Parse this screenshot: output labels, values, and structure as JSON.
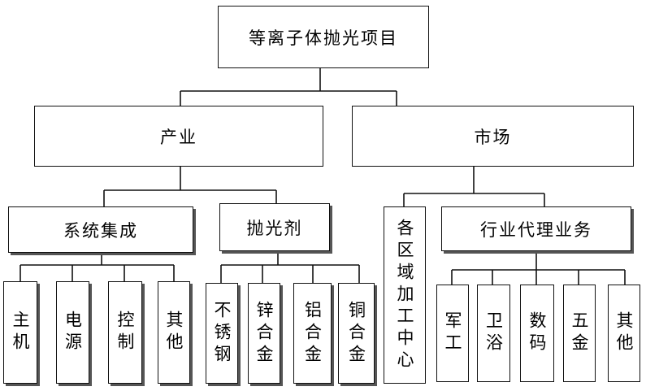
{
  "root": {
    "label": "等离子体抛光项目"
  },
  "branches": {
    "industry": {
      "label": "产业",
      "system": {
        "label": "系统集成",
        "items": [
          "主机",
          "电源",
          "控制",
          "其他"
        ]
      },
      "polish": {
        "label": "抛光剂",
        "items": [
          "不锈钢",
          "锌合金",
          "铝合金",
          "铜合金"
        ]
      }
    },
    "market": {
      "label": "市场",
      "regional": {
        "label": "各区域加工中心"
      },
      "agency": {
        "label": "行业代理业务",
        "items": [
          "军工",
          "卫浴",
          "数码",
          "五金",
          "其他"
        ]
      }
    }
  }
}
